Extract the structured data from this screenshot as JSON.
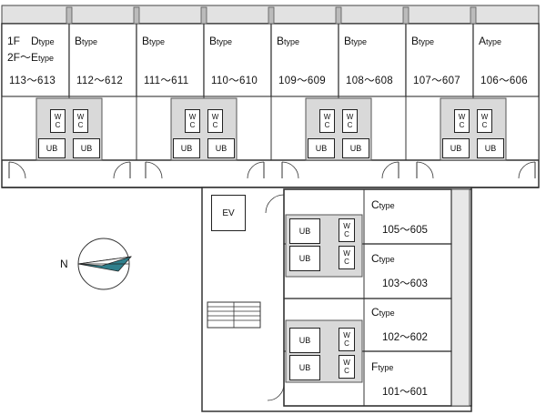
{
  "north_label": "N",
  "ev_label": "EV",
  "top_units": [
    {
      "line1": "1F　D",
      "line1_small": "type",
      "line2": "2F〜E",
      "line2_small": "type",
      "range": "113〜613"
    },
    {
      "line1": "B",
      "line1_small": "type",
      "range": "112〜612"
    },
    {
      "line1": "B",
      "line1_small": "type",
      "range": "111〜611"
    },
    {
      "line1": "B",
      "line1_small": "type",
      "range": "110〜610"
    },
    {
      "line1": "B",
      "line1_small": "type",
      "range": "109〜609"
    },
    {
      "line1": "B",
      "line1_small": "type",
      "range": "108〜608"
    },
    {
      "line1": "B",
      "line1_small": "type",
      "range": "107〜607"
    },
    {
      "line1": "A",
      "line1_small": "type",
      "range": "106〜606"
    }
  ],
  "right_units": [
    {
      "type": "C",
      "type_small": "type",
      "range": "105〜605"
    },
    {
      "type": "C",
      "type_small": "type",
      "range": "103〜603"
    },
    {
      "type": "C",
      "type_small": "type",
      "range": "102〜602"
    },
    {
      "type": "F",
      "type_small": "type",
      "range": "101〜601"
    }
  ],
  "fixture_labels": {
    "ub": "UB",
    "wc_top": "W",
    "wc_bottom": "C"
  }
}
